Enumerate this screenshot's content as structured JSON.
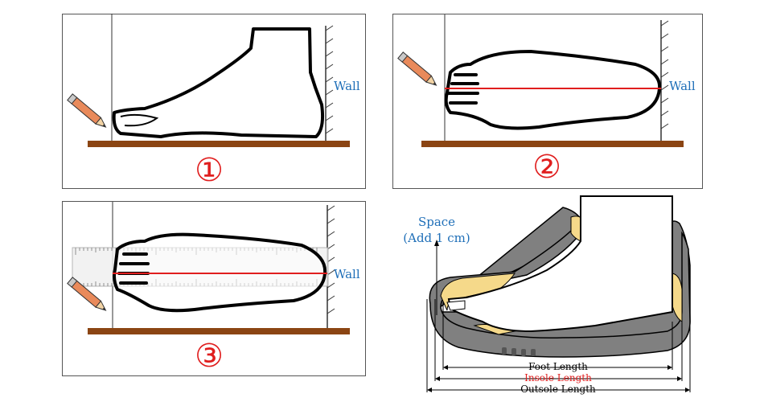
{
  "panels": {
    "one": {
      "step": "①",
      "wall": "Wall"
    },
    "two": {
      "step": "②",
      "wall": "Wall"
    },
    "three": {
      "step": "③",
      "wall": "Wall"
    }
  },
  "shoe": {
    "space_line1": "Space",
    "space_line2": "(Add 1 cm)",
    "foot_length": "Foot Length",
    "insole_length": "Insole Length",
    "outsole_length": "Outsole Length"
  },
  "colors": {
    "floor": "#8b4513",
    "measure_line": "#e01e1e",
    "label_blue": "#1f6fb8",
    "sole_gray": "#808080",
    "padding_yellow": "#f5d98a"
  }
}
